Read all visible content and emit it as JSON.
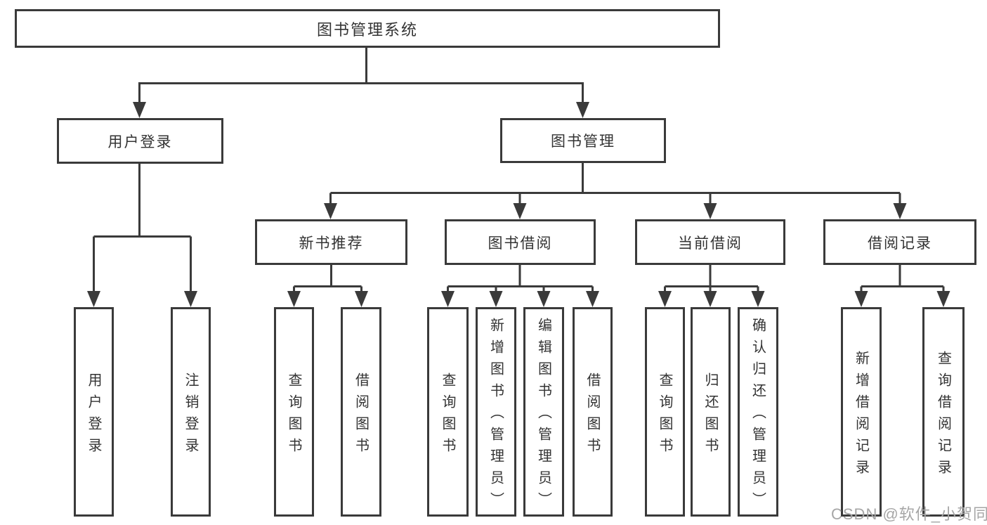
{
  "diagram": {
    "root": {
      "label": "图书管理系统"
    },
    "level2": [
      {
        "id": "user-login",
        "label": "用户登录"
      },
      {
        "id": "book-management",
        "label": "图书管理"
      }
    ],
    "level3": [
      {
        "id": "new-book-recommend",
        "label": "新书推荐",
        "parent": "book-management"
      },
      {
        "id": "book-borrowing",
        "label": "图书借阅",
        "parent": "book-management"
      },
      {
        "id": "current-borrowing",
        "label": "当前借阅",
        "parent": "book-management"
      },
      {
        "id": "borrowing-records",
        "label": "借阅记录",
        "parent": "book-management"
      }
    ],
    "leaves": [
      {
        "id": "leaf-user-login",
        "label": "用户登录",
        "parent": "user-login"
      },
      {
        "id": "leaf-logout",
        "label": "注销登录",
        "parent": "user-login"
      },
      {
        "id": "leaf-query-books-1",
        "label": "查询图书",
        "parent": "new-book-recommend"
      },
      {
        "id": "leaf-borrow-books-1",
        "label": "借阅图书",
        "parent": "new-book-recommend"
      },
      {
        "id": "leaf-query-books-2",
        "label": "查询图书",
        "parent": "book-borrowing"
      },
      {
        "id": "leaf-add-books-admin",
        "label": "新增图书（管理员）",
        "parent": "book-borrowing"
      },
      {
        "id": "leaf-edit-books-admin",
        "label": "编辑图书（管理员）",
        "parent": "book-borrowing"
      },
      {
        "id": "leaf-borrow-books-2",
        "label": "借阅图书",
        "parent": "book-borrowing"
      },
      {
        "id": "leaf-query-books-3",
        "label": "查询图书",
        "parent": "current-borrowing"
      },
      {
        "id": "leaf-return-books",
        "label": "归还图书",
        "parent": "current-borrowing"
      },
      {
        "id": "leaf-confirm-return-admin",
        "label": "确认归还（管理员）",
        "parent": "current-borrowing"
      },
      {
        "id": "leaf-add-borrow-record",
        "label": "新增借阅记录",
        "parent": "borrowing-records"
      },
      {
        "id": "leaf-query-borrow-record",
        "label": "查询借阅记录",
        "parent": "borrowing-records"
      }
    ],
    "colors": {
      "line": "#3a3a3a",
      "text": "#333333",
      "background": "#ffffff",
      "watermark": "#a6a6a6"
    }
  },
  "watermark": {
    "text": "CSDN @软件_小贺同学"
  }
}
